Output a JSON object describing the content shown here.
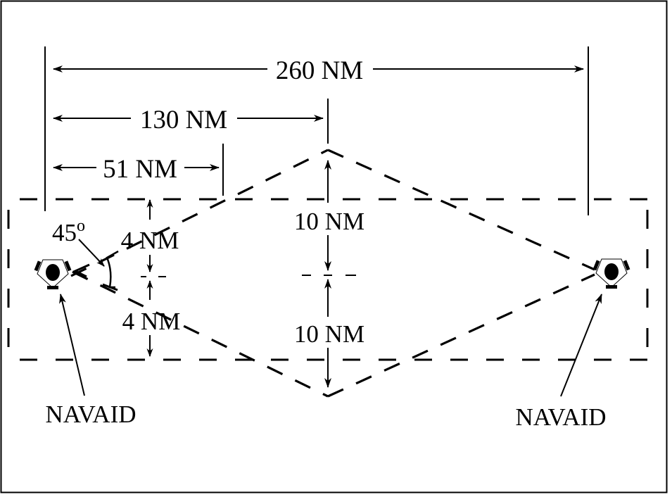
{
  "figure": {
    "labels": {
      "total_distance": "260 NM",
      "half_distance": "130 NM",
      "short_distance": "51 NM",
      "upper_half_width": "10 NM",
      "lower_half_width": "10 NM",
      "upper_near_width": "4 NM",
      "lower_near_width": "4 NM",
      "angle": "45",
      "angle_unit": "o",
      "left_navaid": "NAVAID",
      "right_navaid": "NAVAID"
    },
    "colors": {
      "line": "#000000",
      "background": "#ffffff"
    }
  }
}
